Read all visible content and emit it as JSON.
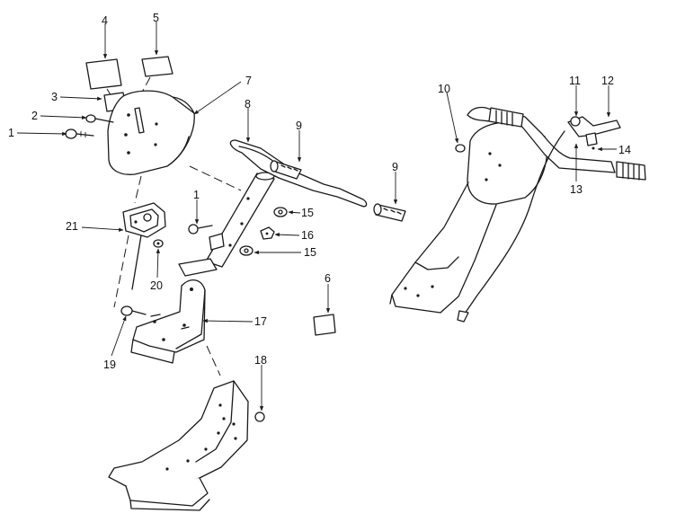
{
  "callouts": {
    "c1a": "1",
    "c1b": "1",
    "c2": "2",
    "c3": "3",
    "c4": "4",
    "c5": "5",
    "c6": "6",
    "c7": "7",
    "c8": "8",
    "c9a": "9",
    "c9b": "9",
    "c10": "10",
    "c11": "11",
    "c12": "12",
    "c13": "13",
    "c14": "14",
    "c15a": "15",
    "c15b": "15",
    "c16": "16",
    "c17": "17",
    "c18": "18",
    "c19": "19",
    "c20": "20",
    "c21": "21"
  },
  "colors": {
    "line": "#1a1a1a",
    "background": "#ffffff"
  }
}
